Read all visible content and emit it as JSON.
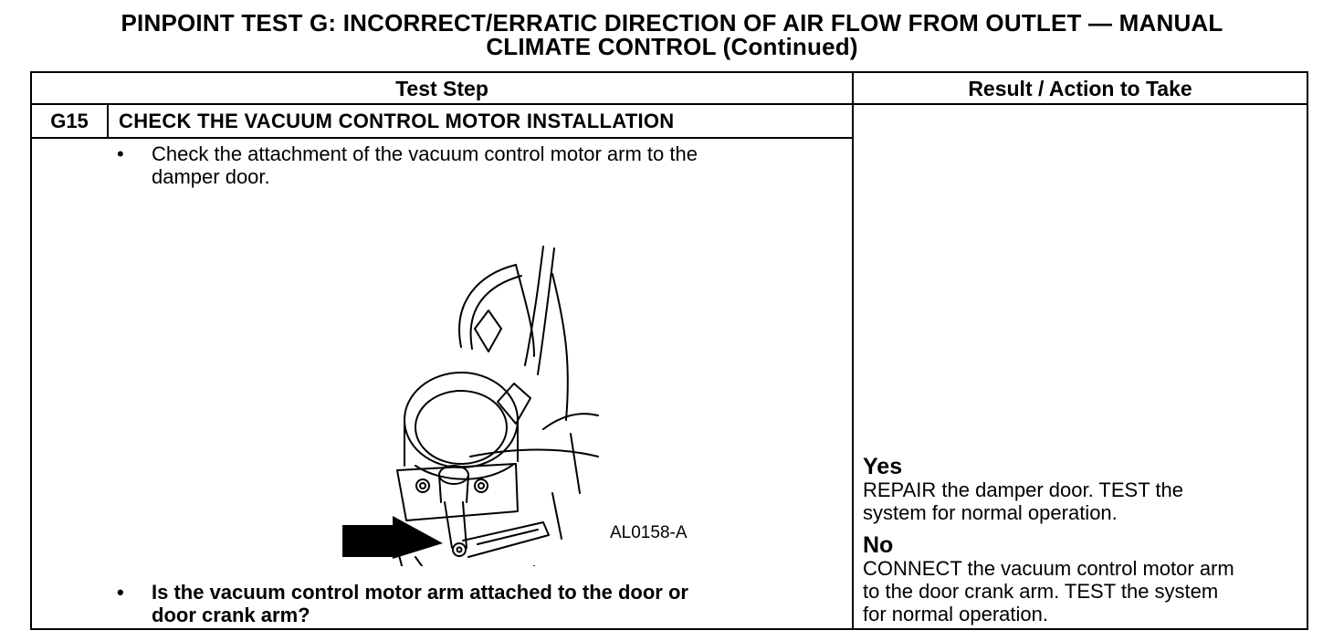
{
  "title": {
    "line1": "PINPOINT TEST G: INCORRECT/ERRATIC DIRECTION OF AIR FLOW FROM OUTLET — MANUAL",
    "line2": "CLIMATE CONTROL (Continued)"
  },
  "table": {
    "headers": {
      "test_step": "Test Step",
      "result": "Result / Action to Take"
    },
    "step": {
      "number": "G15",
      "title": "CHECK THE VACUUM CONTROL MOTOR INSTALLATION",
      "bullet1_line1": "Check the attachment of the vacuum control motor arm to the",
      "bullet1_line2": "damper door.",
      "figure_label": "AL0158-A",
      "question_line1": "Is the vacuum control motor arm attached to the door or",
      "question_line2": "door crank arm?"
    },
    "bullet_char": "•",
    "results": {
      "yes_label": "Yes",
      "yes_line1": "REPAIR the damper door. TEST the",
      "yes_line2": "system for normal operation.",
      "no_label": "No",
      "no_line1": "CONNECT the vacuum control motor arm",
      "no_line2": "to the door crank arm. TEST the system",
      "no_line3": "for normal operation."
    }
  }
}
